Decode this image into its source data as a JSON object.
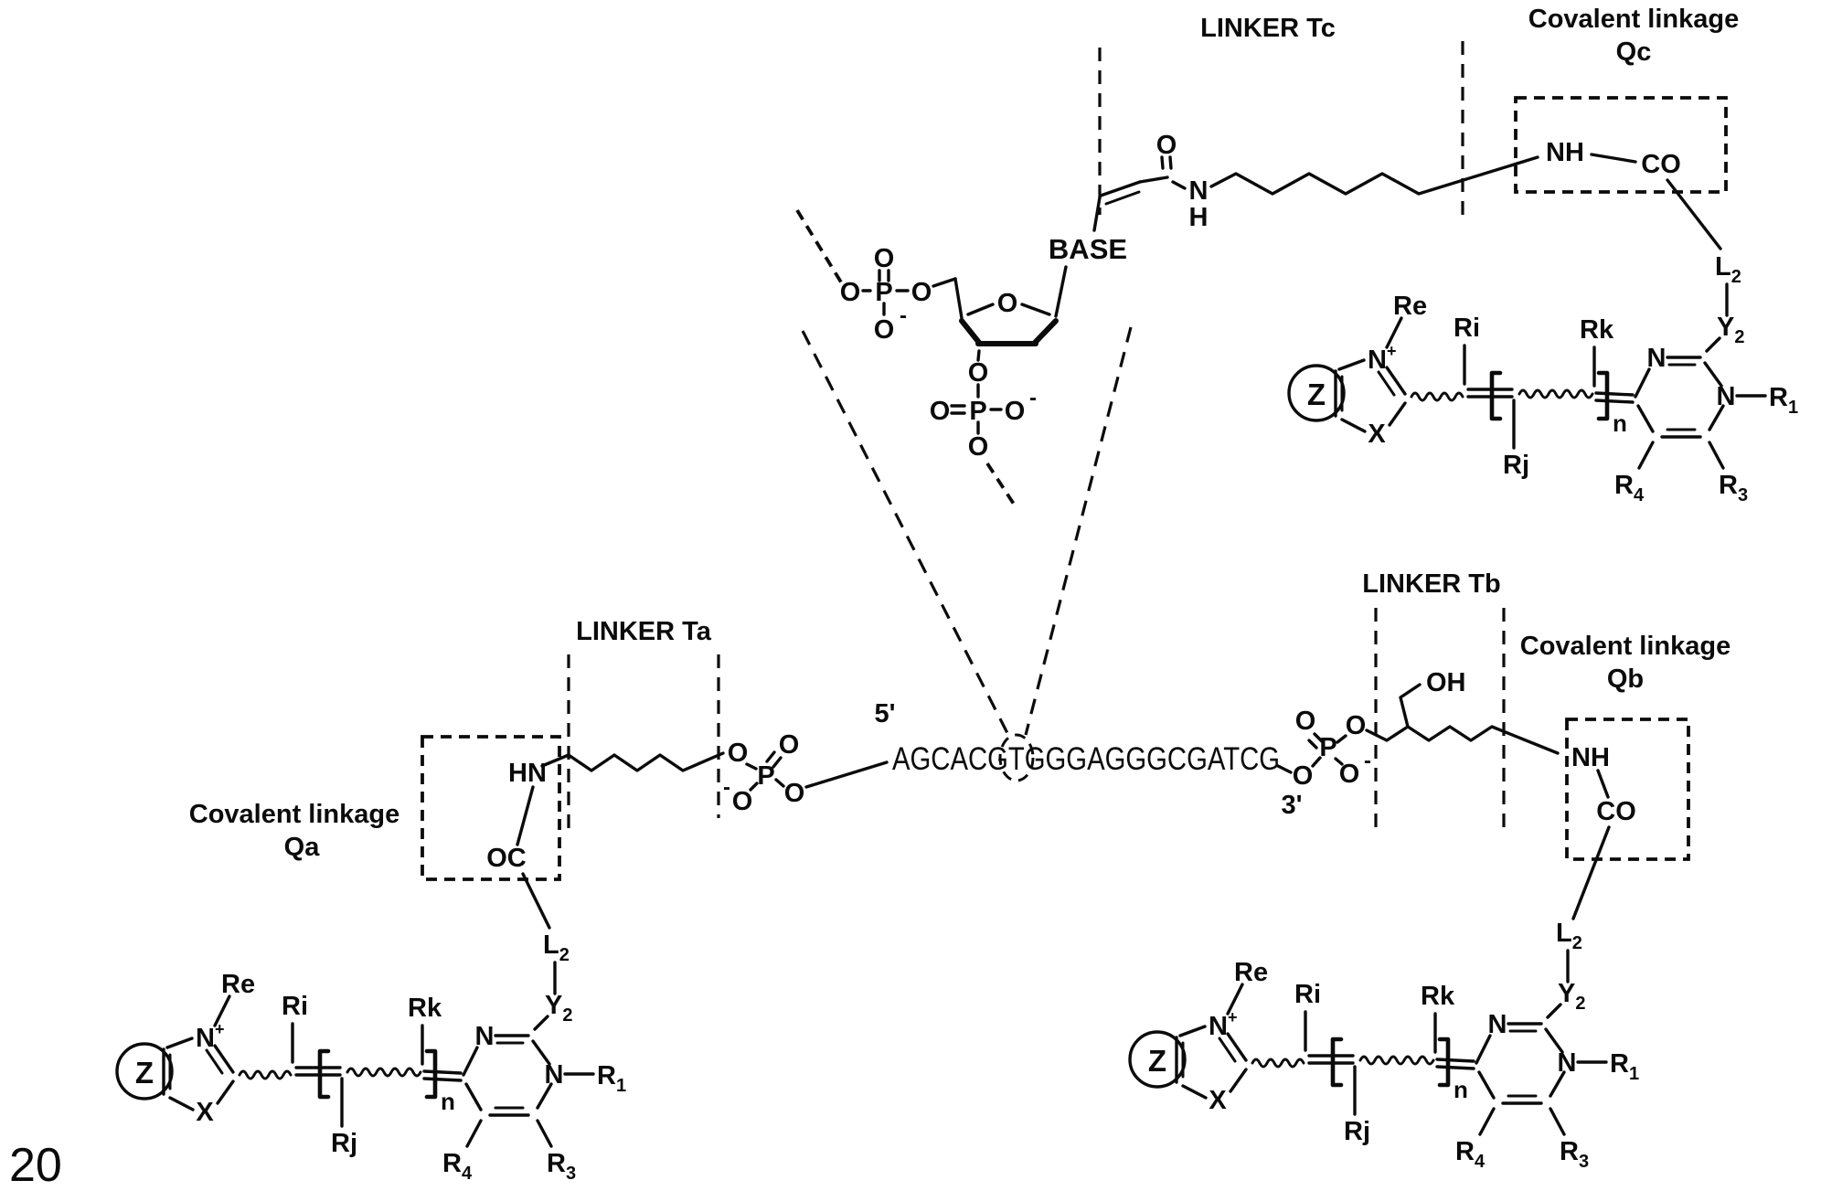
{
  "figure_number": "20",
  "atoms": {
    "o": "O",
    "p": "P",
    "n": "N",
    "h": "H",
    "minus": "-",
    "plus": "+",
    "oh": "OH",
    "hn": "HN",
    "nh": "NH",
    "co": "CO",
    "oc": "OC",
    "base": "BASE"
  },
  "sequence": {
    "five_prime": "5'",
    "three_prime": "3'",
    "letters": "AGCACGTGGGAGGGCGATCG"
  },
  "linkers": {
    "ta": "LINKER Ta",
    "tb": "LINKER Tb",
    "tc": "LINKER Tc"
  },
  "covalent": {
    "title": "Covalent linkage",
    "qa": "Qa",
    "qb": "Qb",
    "qc": "Qc"
  },
  "dye": {
    "z": "Z",
    "x": "X",
    "n": "N",
    "plus": "+",
    "re": "Re",
    "ri": "Ri",
    "rj": "Rj",
    "rk": "Rk",
    "repeat_n": "n",
    "r": "R",
    "sub1": "1",
    "sub3": "3",
    "sub4": "4",
    "y": "Y",
    "l": "L",
    "sub2": "2"
  }
}
